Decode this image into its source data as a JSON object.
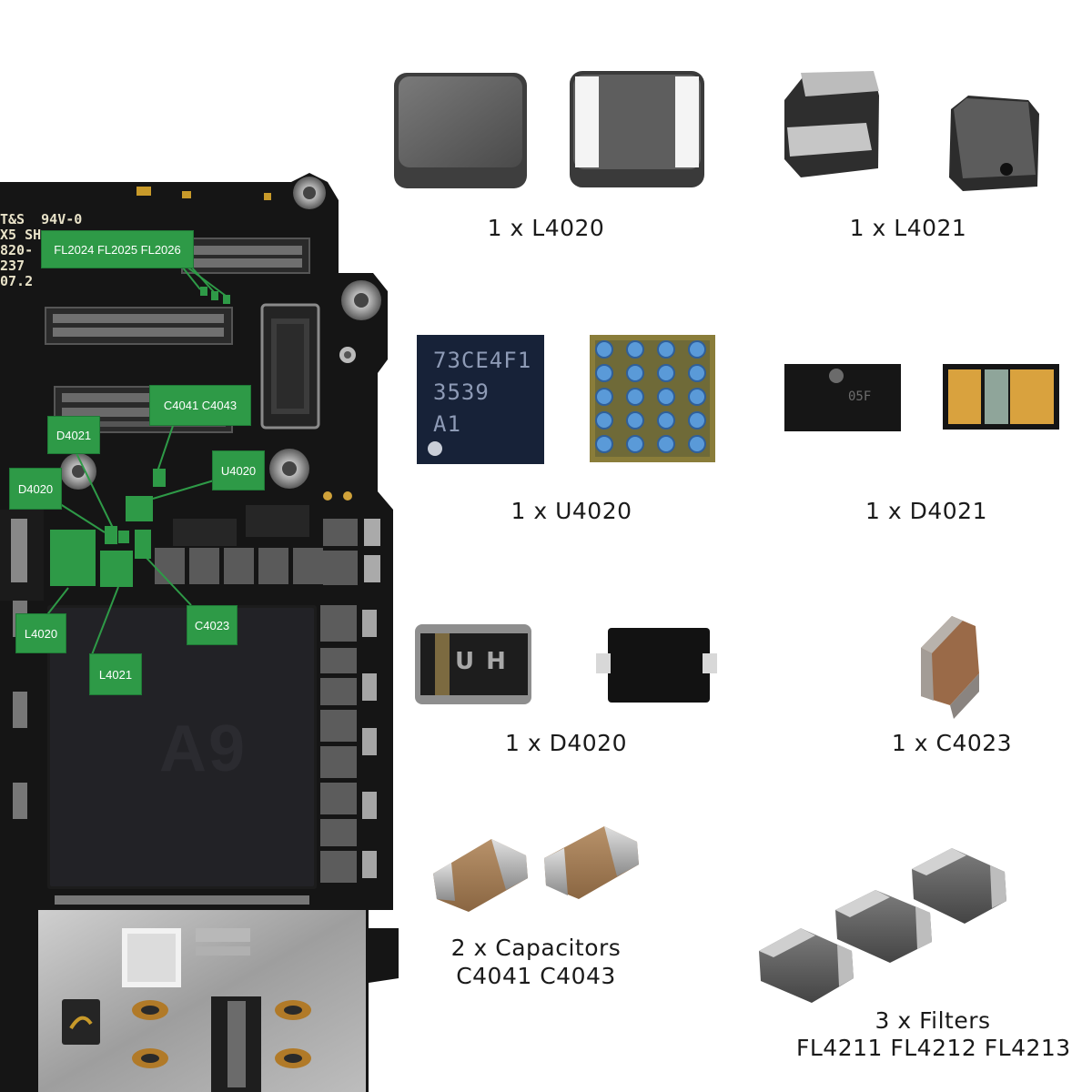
{
  "board": {
    "silkscreen_lines": [
      "T&S  94V-0",
      "X5 SH",
      "820-",
      "237",
      "07.2"
    ],
    "chip_marking": "A9",
    "callouts": {
      "fl": "FL2024 FL2025 FL2026",
      "c4041": "C4041 C4043",
      "d4021": "D4021",
      "u4020": "U4020",
      "d4020": "D4020",
      "l4020": "L4020",
      "c4023": "C4023",
      "l4021": "L4021"
    }
  },
  "parts": {
    "u4020_marking": [
      "73CE4F1",
      "3539",
      "A1"
    ],
    "d4021_marking": "05F",
    "d4020_marking": "U H"
  },
  "captions": {
    "l4020": "1 x L4020",
    "l4021": "1 x L4021",
    "u4020": "1 x U4020",
    "d4021": "1 x D4021",
    "d4020": "1 x D4020",
    "c4023": "1 x C4023",
    "capacitors_line1": "2 x Capacitors",
    "capacitors_line2": "C4041 C4043",
    "filters_line1": "3 x Filters",
    "filters_line2": "FL4211 FL4212 FL4213"
  },
  "colors": {
    "highlight_green": "#2e9a47",
    "pcb_black": "#141414",
    "caption_text": "#1a1a1a"
  }
}
